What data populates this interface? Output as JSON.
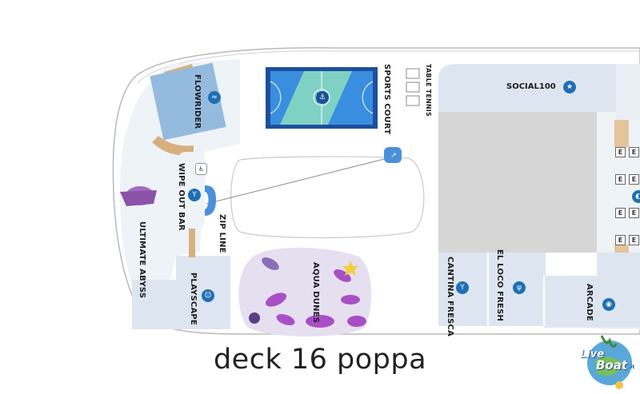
{
  "map": {
    "caption": "deck 16 poppa",
    "venues": {
      "flowrider": "FLOWRIDER",
      "sports_court": "SPORTS COURT",
      "table_tennis": "TABLE TENNIS",
      "social100": "SOCIAL100",
      "wipe_out_bar": "WIPE OUT BAR",
      "ultimate_abyss": "ULTIMATE ABYSS",
      "zip_line": "ZIP LINE",
      "aqua_dunes": "AQUA DUNES",
      "playscape": "PLAYSCAPE",
      "cantina_fresca": "CANTINA FRESCA",
      "el_loco_fresh": "EL LOCO FRESH",
      "arcade": "ARCADE"
    },
    "elevator_letter": "E",
    "colors": {
      "deck": "#dde6f0",
      "venue_blue": "#b8cde4",
      "court_blue": "#3a8ee0",
      "court_teal": "#7fd1c4",
      "court_navy": "#1e4f9c",
      "dunes": "#e6dff0",
      "dunes_purple": "#a84fc6",
      "walkway_wood": "#d8b07e",
      "gray_area": "#d6d6d6",
      "icon_blue": "#1f6fb5"
    }
  },
  "logo": {
    "live": "Live",
    "boat": "Boat",
    "suffix": ".it"
  }
}
